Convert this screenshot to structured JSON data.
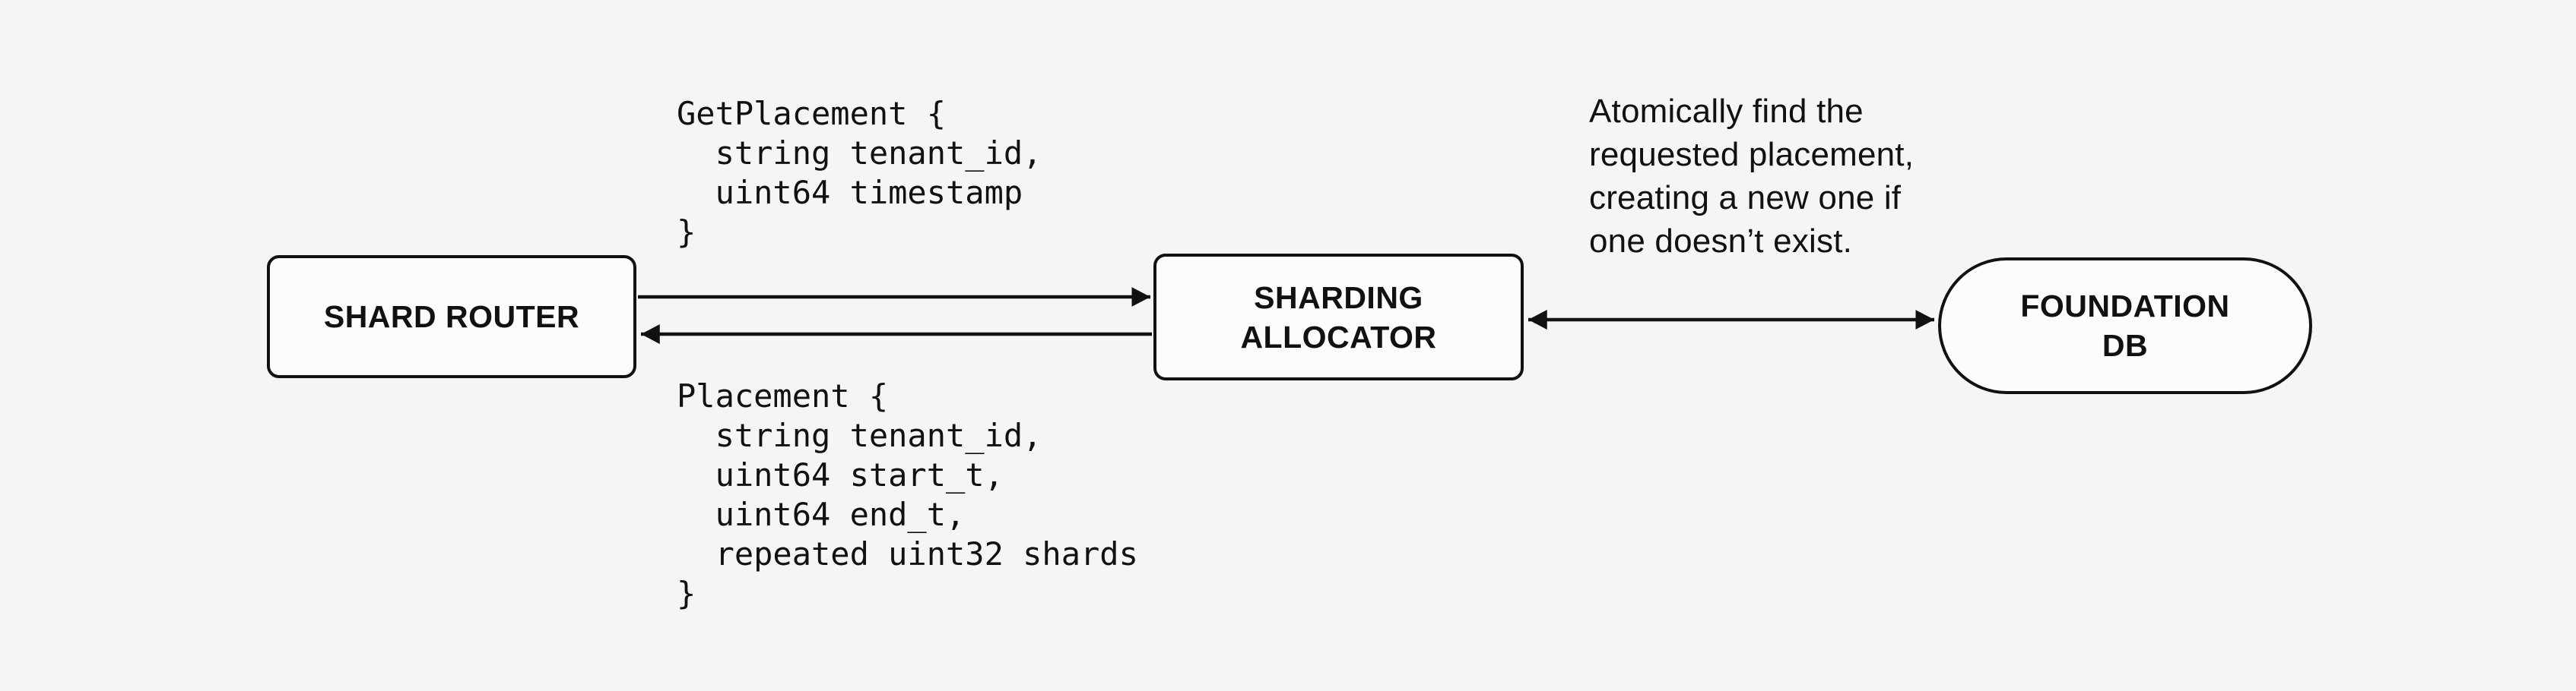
{
  "theme": {
    "bg": "#f5f5f3",
    "node-fill": "#fcfcfa",
    "stroke": "#111111",
    "text": "#111111"
  },
  "nodes": {
    "router": {
      "label_lines": [
        "SHARD ROUTER"
      ],
      "shape": "rounded-rect"
    },
    "allocator": {
      "label_lines": [
        "SHARDING",
        "ALLOCATOR"
      ],
      "shape": "rounded-rect"
    },
    "db": {
      "label_lines": [
        "FOUNDATION",
        "DB"
      ],
      "shape": "stadium"
    }
  },
  "messages": {
    "request": {
      "lines": [
        "GetPlacement {",
        "  string tenant_id,",
        "  uint64 timestamp",
        "}"
      ]
    },
    "response": {
      "lines": [
        "Placement {",
        "  string tenant_id,",
        "  uint64 start_t,",
        "  uint64 end_t,",
        "  repeated uint32 shards",
        "}"
      ]
    }
  },
  "annotation": {
    "lines": [
      "Atomically find the",
      "requested placement,",
      "creating a new one if",
      "one doesn’t exist."
    ]
  },
  "arrows": {
    "request": {
      "from": "router",
      "to": "allocator",
      "direction": "right"
    },
    "response": {
      "from": "allocator",
      "to": "router",
      "direction": "left"
    },
    "db_sync": {
      "from": "allocator",
      "to": "db",
      "direction": "both"
    }
  }
}
